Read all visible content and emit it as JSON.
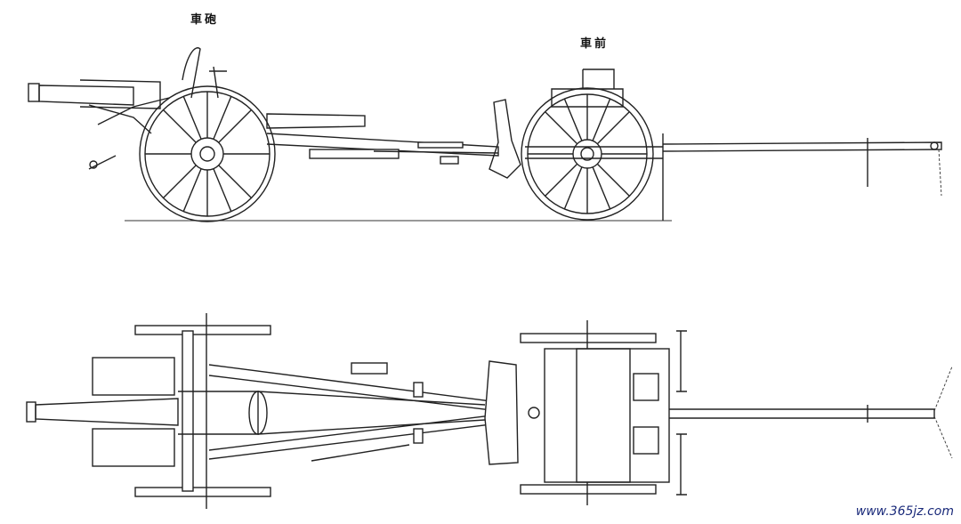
{
  "labels": {
    "gun_carriage": "車砲",
    "limber": "車前"
  },
  "watermark": "www.365jz.com"
}
